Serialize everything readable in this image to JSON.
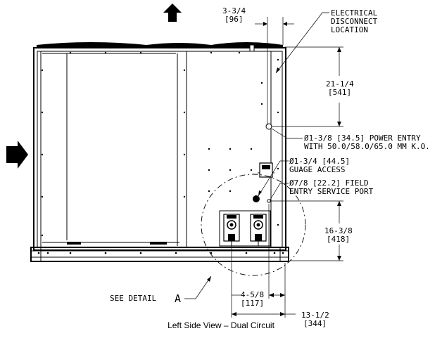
{
  "labels": {
    "top_offset": "3-3/4",
    "top_offset_mm": "[96]",
    "electrical_line1": "ELECTRICAL",
    "electrical_line2": "DISCONNECT",
    "electrical_line3": "LOCATION",
    "height_upper": "21-1/4",
    "height_upper_mm": "[541]",
    "power_entry_line1": "Ø1-3/8 [34.5] POWER ENTRY",
    "power_entry_line2": "WITH 50.0/58.0/65.0 MM K.O.",
    "gauge_line1": "Ø1-3/4 [44.5]",
    "gauge_line2": "GUAGE ACCESS",
    "field_line1": "Ø7/8 [22.2] FIELD",
    "field_line2": "ENTRY SERVICE PORT",
    "height_lower": "16-3/8",
    "height_lower_mm": "[418]",
    "see_detail": "SEE DETAIL",
    "detail_letter": "A",
    "width_small": "4-5/8",
    "width_small_mm": "[117]",
    "width_large": "13-1/2",
    "width_large_mm": "[344]",
    "caption": "Left Side View – Dual Circuit"
  },
  "icons": [
    "airflow-up-arrow",
    "airflow-right-arrow"
  ]
}
